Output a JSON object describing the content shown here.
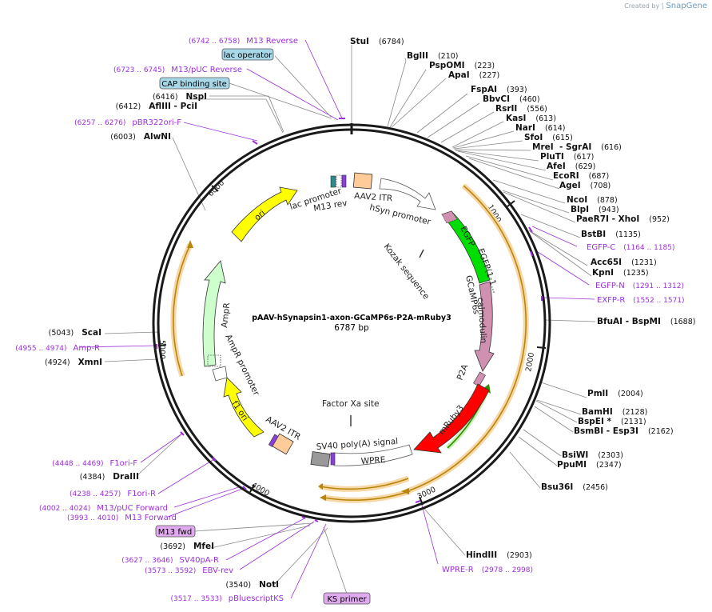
{
  "credit": {
    "prefix": "Created by",
    "brand": "SnapGene"
  },
  "plasmid": {
    "name": "pAAV-hSynapsin1-axon-GCaMP6s-P2A-mRuby3",
    "size": "6787 bp",
    "ticks": [
      "1000",
      "2000",
      "3000",
      "4000",
      "5000",
      "6000"
    ]
  },
  "enzymes": [
    {
      "name": "StuI",
      "pos": "(6784)"
    },
    {
      "name": "BglII",
      "pos": "(210)"
    },
    {
      "name": "PspOMI",
      "pos": "(223)"
    },
    {
      "name": "ApaI",
      "pos": "(227)"
    },
    {
      "name": "FspAI",
      "pos": "(393)"
    },
    {
      "name": "BbvCI",
      "pos": "(460)"
    },
    {
      "name": "RsrII",
      "pos": "(556)"
    },
    {
      "name": "KasI",
      "pos": "(613)"
    },
    {
      "name": "NarI",
      "pos": "(614)"
    },
    {
      "name": "SfoI",
      "pos": "(615)"
    },
    {
      "name": "MreI  - SgrAI",
      "pos": "(616)"
    },
    {
      "name": "PluTI",
      "pos": "(617)"
    },
    {
      "name": "AfeI",
      "pos": "(629)"
    },
    {
      "name": "EcoRI",
      "pos": "(687)"
    },
    {
      "name": "AgeI",
      "pos": "(708)"
    },
    {
      "name": "NcoI",
      "pos": "(878)"
    },
    {
      "name": "BlpI",
      "pos": "(943)"
    },
    {
      "name": "PaeR7I  - XhoI",
      "pos": "(952)"
    },
    {
      "name": "BstBI",
      "pos": "(1135)"
    },
    {
      "name": "Acc65I",
      "pos": "(1231)"
    },
    {
      "name": "KpnI",
      "pos": "(1235)"
    },
    {
      "name": "BfuAI  - BspMI",
      "pos": "(1688)"
    },
    {
      "name": "PmlI",
      "pos": "(2004)"
    },
    {
      "name": "BamHI",
      "pos": "(2128)"
    },
    {
      "name": "BspEI *",
      "pos": "(2131)"
    },
    {
      "name": "BsmBI  - Esp3I",
      "pos": "(2162)"
    },
    {
      "name": "BsiWI",
      "pos": "(2303)"
    },
    {
      "name": "PpuMI",
      "pos": "(2347)"
    },
    {
      "name": "Bsu36I",
      "pos": "(2456)"
    },
    {
      "name": "HindIII",
      "pos": "(2903)"
    },
    {
      "name": "NotI",
      "pos": "(3540)"
    },
    {
      "name": "MfeI",
      "pos": "(3692)"
    },
    {
      "name": "DraIII",
      "pos": "(4384)"
    },
    {
      "name": "XmnI",
      "pos": "(4924)"
    },
    {
      "name": "ScaI",
      "pos": "(5043)"
    },
    {
      "name": "AlwNI",
      "pos": "(6003)"
    },
    {
      "name": "AflIII  - PciI",
      "pos": "(6412)"
    },
    {
      "name": "NspI",
      "pos": "(6416)"
    }
  ],
  "primers": [
    {
      "name": "M13 Reverse",
      "range": "(6742 .. 6758)"
    },
    {
      "name": "M13/pUC Reverse",
      "range": "(6723 .. 6745)"
    },
    {
      "name": "pBR322ori-F",
      "range": "(6257 .. 6276)"
    },
    {
      "name": "EGFP-C",
      "range": "(1164 .. 1185)"
    },
    {
      "name": "EGFP-N",
      "range": "(1291 .. 1312)"
    },
    {
      "name": "EXFP-R",
      "range": "(1552 .. 1571)"
    },
    {
      "name": "WPRE-R",
      "range": "(2978 .. 2998)"
    },
    {
      "name": "pBluescriptKS",
      "range": "(3517 .. 3533)"
    },
    {
      "name": "EBV-rev",
      "range": "(3573 .. 3592)"
    },
    {
      "name": "SV40pA-R",
      "range": "(3627 .. 3646)"
    },
    {
      "name": "M13 Forward",
      "range": "(3993 .. 4010)"
    },
    {
      "name": "M13/pUC Forward",
      "range": "(4002 .. 4024)"
    },
    {
      "name": "F1ori-R",
      "range": "(4238 .. 4257)"
    },
    {
      "name": "F1ori-F",
      "range": "(4448 .. 4469)"
    },
    {
      "name": "Amp-R",
      "range": "(4955 .. 4974)"
    }
  ],
  "boxed_labels": {
    "lac_operator": "lac operator",
    "cap_binding_site": "CAP binding site",
    "m13_fwd": "M13 fwd",
    "ks_primer": "KS primer"
  },
  "features": {
    "lac_promoter": "lac promoter",
    "m13_rev": "M13 rev",
    "aav2_itr_top": "AAV2 ITR",
    "hsyn_promoter": "hSyn promoter",
    "kozak": "Kozak sequence",
    "egfp": "EGFP",
    "egfp_1": "EGFP(1-1...",
    "gcamp6s": "GCaMP6s",
    "calmodulin": "calmodulin",
    "p2a": "P2A",
    "mruby3": "mRuby3",
    "factor_xa": "Factor Xa site",
    "sv40_polya": "SV40 poly(A) signal",
    "wpre": "WPRE",
    "aav2_itr_bottom": "AAV2 ITR",
    "f1_ori": "f1 ori",
    "ampr_promoter": "AmpR promoter",
    "ampr": "AmpR",
    "ori": "ori"
  },
  "colors": {
    "backbone": "#1a1a1a",
    "enzyme_line": "#777777",
    "primer": "#9b30d9",
    "ori": "#ffff00",
    "f1_ori": "#ffff00",
    "ampr": "#ccffcc",
    "egfp": "#00dd00",
    "calmodulin": "#d090b0",
    "mruby3": "#ff0000",
    "aav2_itr": "#ffcc99",
    "sv40": "#999999",
    "orf": "#ff9900"
  }
}
